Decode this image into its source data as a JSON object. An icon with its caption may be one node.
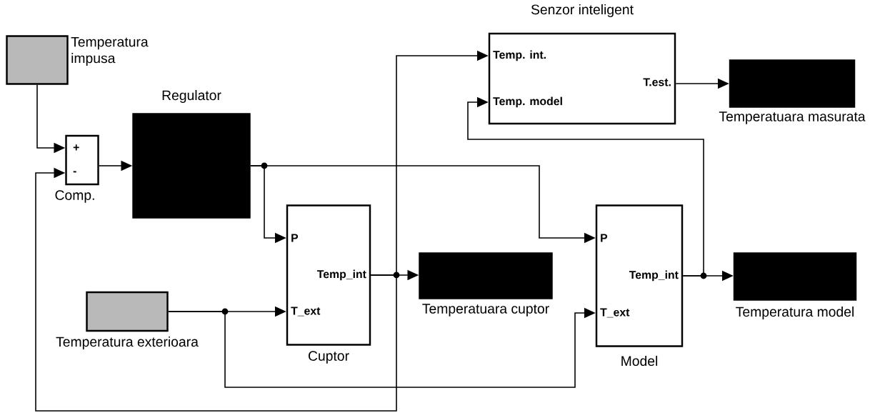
{
  "diagram": {
    "nodes": [
      {
        "text": [
          "Temperatura impusa"
        ]
      },
      {
        "text": [
          "+",
          "-",
          "Comp."
        ]
      },
      {
        "text": [
          "Regulator"
        ]
      },
      {
        "text": [
          "P",
          "Temp_int",
          "T_ext",
          "Cuptor"
        ]
      },
      {
        "text": [
          "Temperatura exterioara"
        ]
      },
      {
        "text": [
          "Temperatuara cuptor"
        ]
      },
      {
        "text": [
          "P",
          "Temp_int",
          "T_ext",
          "Model"
        ]
      },
      {
        "text": [
          "Temperatura model"
        ]
      },
      {
        "text": [
          "Senzor inteligent",
          "Temp. int.",
          "Temp. model",
          "T.est."
        ]
      },
      {
        "text": [
          "Temperatuara masurata"
        ]
      }
    ],
    "edges": [
      {
        "from": 0,
        "to": 1,
        "arrow": "to"
      },
      {
        "from": 1,
        "to": 2,
        "arrow": "to"
      },
      {
        "from": 2,
        "to": 3,
        "arrow": "to"
      },
      {
        "from": 2,
        "to": 6,
        "arrow": "to"
      },
      {
        "from": 4,
        "to": 3,
        "arrow": "to"
      },
      {
        "from": 4,
        "to": 6,
        "arrow": "to"
      },
      {
        "from": 3,
        "to": 5,
        "arrow": "to"
      },
      {
        "from": 3,
        "to": 8,
        "arrow": "to"
      },
      {
        "from": 3,
        "to": 1,
        "arrow": "to"
      },
      {
        "from": 6,
        "to": 7,
        "arrow": "to"
      },
      {
        "from": 6,
        "to": 8,
        "arrow": "to"
      },
      {
        "from": 8,
        "to": 9,
        "arrow": "to"
      }
    ]
  }
}
